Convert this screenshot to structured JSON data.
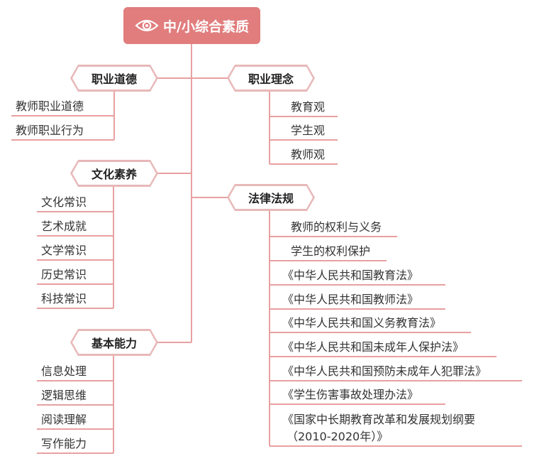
{
  "root": {
    "label": "中/小综合素质",
    "icon": "eye-icon"
  },
  "accent": "#e17d7d",
  "line_color": "#e8a0a0",
  "branches": {
    "zhiye_daode": {
      "label": "职业道德",
      "items": [
        "教师职业道德",
        "教师职业行为"
      ]
    },
    "wenhua_suyang": {
      "label": "文化素养",
      "items": [
        "文化常识",
        "艺术成就",
        "文学常识",
        "历史常识",
        "科技常识"
      ]
    },
    "jiben_nengli": {
      "label": "基本能力",
      "items": [
        "信息处理",
        "逻辑思维",
        "阅读理解",
        "写作能力"
      ]
    },
    "zhiye_linian": {
      "label": "职业理念",
      "items": [
        "教育观",
        "学生观",
        "教师观"
      ]
    },
    "falv_fagui": {
      "label": "法律法规",
      "items": [
        "教师的权利与义务",
        "学生的权利保护",
        "《中华人民共和国教育法》",
        "《中华人民共和国教师法》",
        "《中华人民共和国义务教育法》",
        "《中华人民共和国未成年人保护法》",
        "《中华人民共和国预防未成年人犯罪法》",
        "《学生伤害事故处理办法》",
        "《国家中长期教育改革和发展规划纲要",
        "（2010-2020年）》"
      ]
    }
  }
}
